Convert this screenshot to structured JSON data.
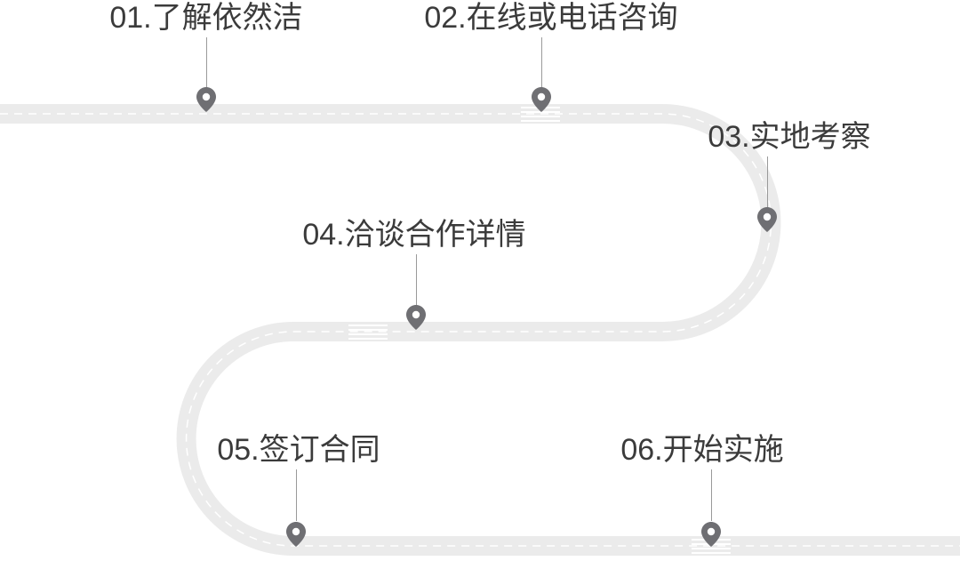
{
  "steps": [
    {
      "number": "01.",
      "text": "了解依然洁"
    },
    {
      "number": "02.",
      "text": "在线或电话咨询"
    },
    {
      "number": "03.",
      "text": "实地考察"
    },
    {
      "number": "04.",
      "text": "洽谈合作详情"
    },
    {
      "number": "05.",
      "text": "签订合同"
    },
    {
      "number": "06.",
      "text": "开始实施"
    }
  ],
  "colors": {
    "road": "#ebebeb",
    "road_dash": "#ffffff",
    "pin": "#6f6f73",
    "text": "#3b3b3b",
    "leader": "#9a9a9a"
  },
  "icons": {
    "marker": "map-pin-icon"
  }
}
